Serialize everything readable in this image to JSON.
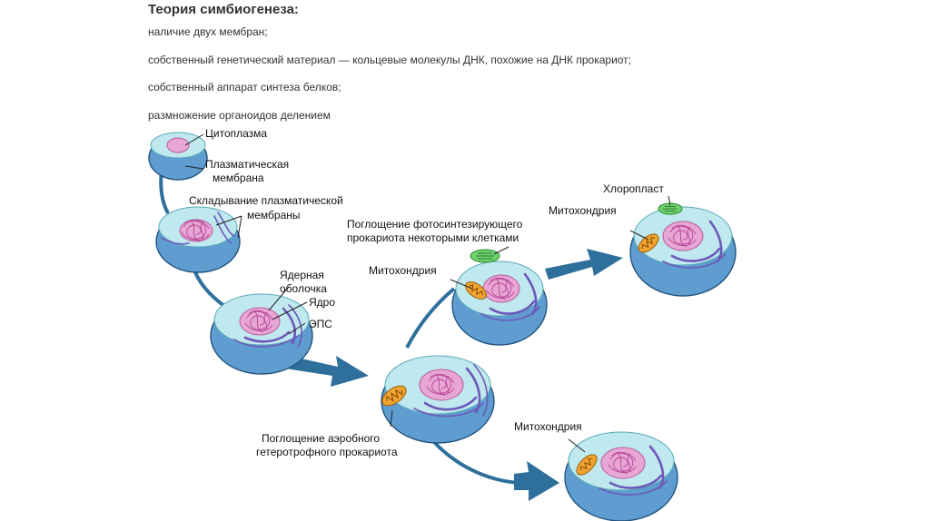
{
  "title": "Теория симбиогенеза:",
  "points": [
    "наличие двух мембран;",
    "собственный генетический материал — кольцевые молекулы ДНК, похожие на ДНК прокариот;",
    "собственный аппарат синтеза белков;",
    "размножение органоидов делением"
  ],
  "labels": {
    "cytoplasm": "Цитоплазма",
    "plasma_membrane_1": "Плазматическая",
    "plasma_membrane_2": "мембрана",
    "folding_1": "Складывание плазматической",
    "folding_2": "мембраны",
    "nuclear_env_1": "Ядерная",
    "nuclear_env_2": "оболочка",
    "nucleus": "Ядро",
    "eps": "ЭПС",
    "photo_1": "Поглощение фотосинтезирующего",
    "photo_2": "прокариота некоторыми клетками",
    "mito_a": "Митохондрия",
    "chloroplast": "Хлоропласт",
    "mito_b": "Митохондрия",
    "aerobic_1": "Поглощение аэробного",
    "aerobic_2": "гетеротрофного прокариота",
    "mito_c": "Митохондрия"
  },
  "colors": {
    "membrane": "#5f9cd0",
    "cytoplasm": "#bfe9ee",
    "nucleus": "#e8a6d4",
    "eps": "#6d58b9",
    "mitochondrion": "#f0a531",
    "chloroplast": "#6fd26f",
    "arrow": "#2f6f9c"
  }
}
